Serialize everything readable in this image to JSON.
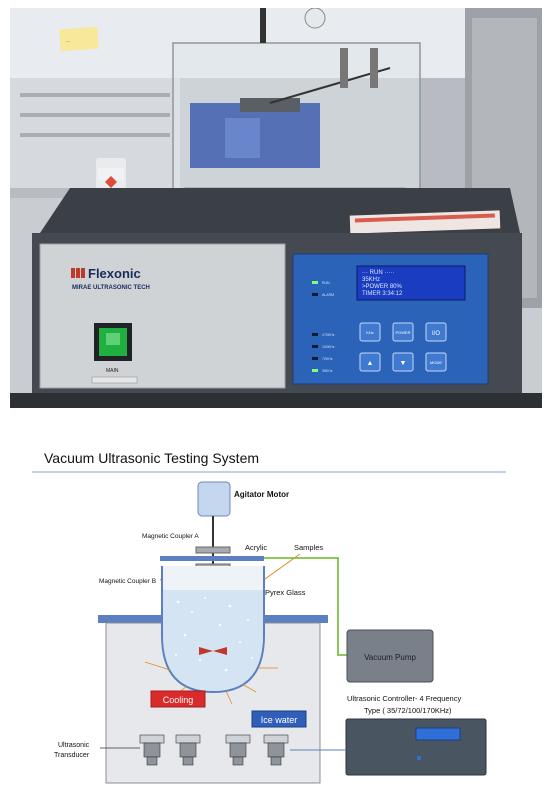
{
  "photo": {
    "sticky_note": "...",
    "brand": "Flexonic",
    "brand_sub": "MIRAE ULTRASONIC TECH",
    "main_label": "MAIN",
    "serial_plate": "",
    "led_labels": [
      "RUN",
      "ALARM",
      "170KHz",
      "100KHz",
      "72KHz",
      "35KHz"
    ],
    "lcd_lines": [
      "··· RUN  ·····",
      " 35KHz",
      ">POWER   80%",
      " TIMER   3:34:12"
    ],
    "buttons": [
      "KHz",
      "POWER",
      "I/O",
      "▲",
      "▼",
      "MODE"
    ]
  },
  "diagram": {
    "title": "Vacuum Ultrasonic Testing System",
    "labels": {
      "agitator_motor": "Agitator Motor",
      "magnetic_coupler_a": "Magnetic Coupler A",
      "acrylic": "Acrylic",
      "samples": "Samples",
      "magnetic_coupler_b": "Magnetic Coupler B",
      "pyrex_glass": "Pyrex Glass",
      "vacuum_pump": "Vacuum Pump",
      "cooling": "Cooling",
      "ice_water": "Ice water",
      "controller_line1": "Ultrasonic Controller- 4 Frequency",
      "controller_line2": "Type ( 35/72/100/170KHz)",
      "transducer_line1": "Ultrasonic",
      "transducer_line2": "Transducer"
    },
    "colors": {
      "tank_outline": "#5b7fc0",
      "green_line": "#7cc242",
      "cooling_box": "#d92b2b",
      "ice_box": "#2f5fb8"
    }
  }
}
